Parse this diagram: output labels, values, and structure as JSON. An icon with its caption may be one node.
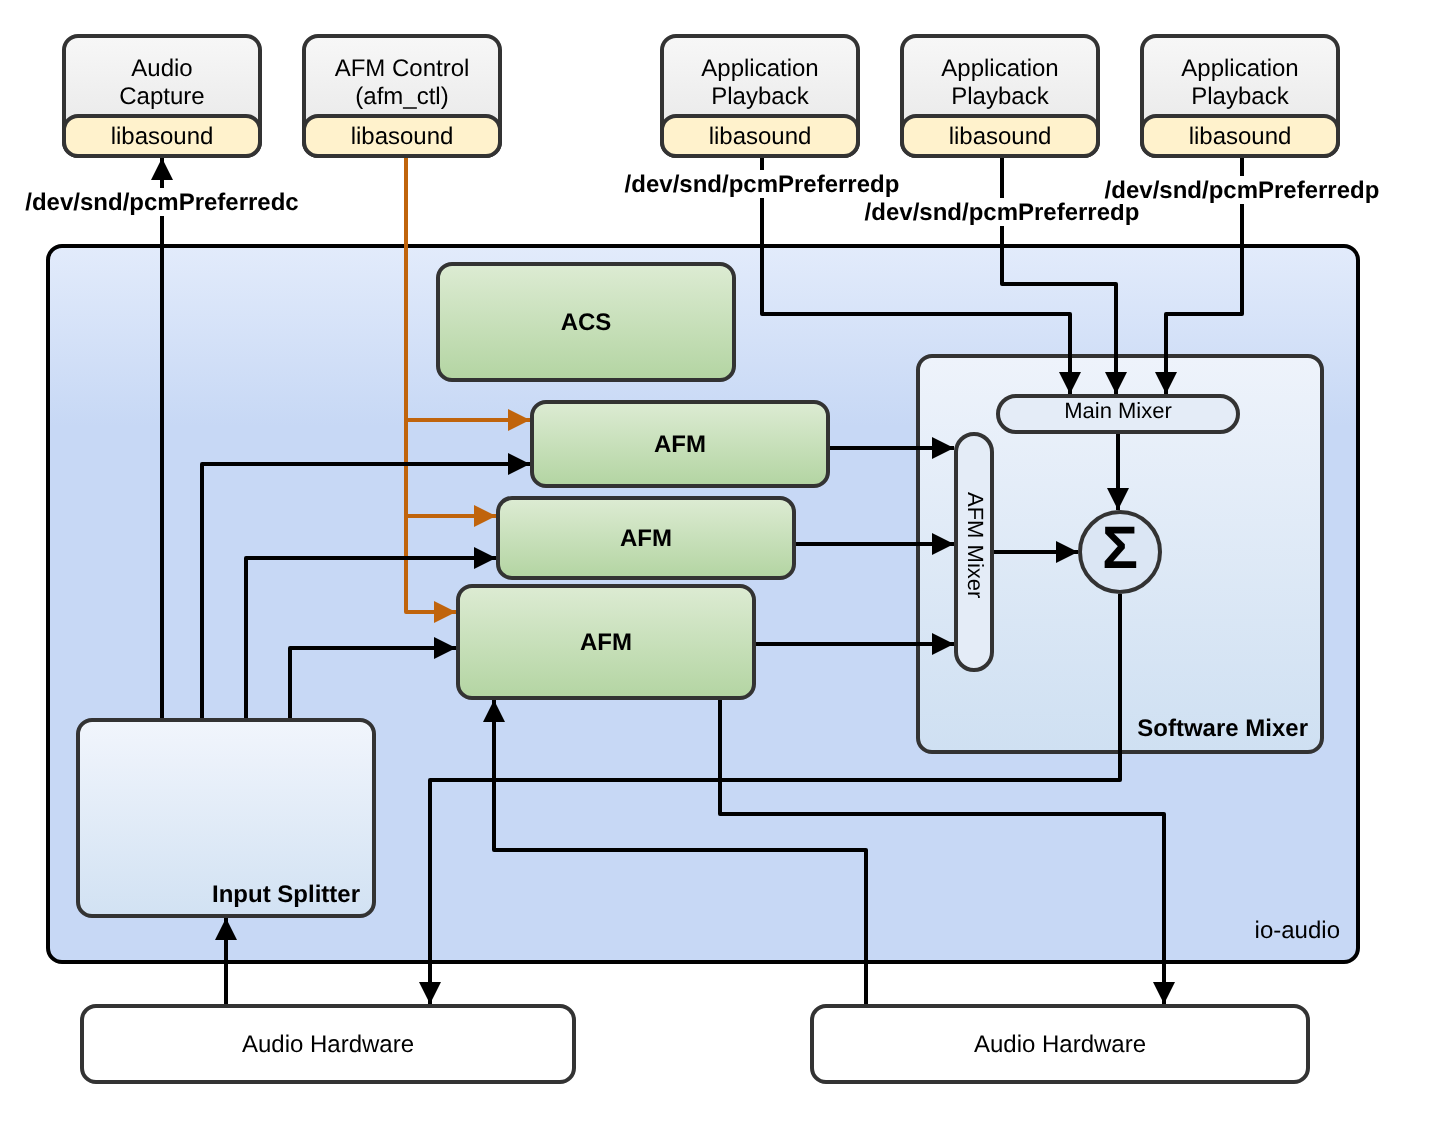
{
  "diagram": {
    "nodes": [
      {
        "text": [
          "Audio Capture"
        ]
      },
      {
        "text": [
          "libasound"
        ],
        "in": 0
      },
      {
        "text": [
          "AFM Control (afm_ctl)"
        ]
      },
      {
        "text": [
          "libasound"
        ],
        "in": 2
      },
      {
        "text": [
          "Application Playback"
        ]
      },
      {
        "text": [
          "libasound"
        ],
        "in": 4
      },
      {
        "text": [
          "Application Playback"
        ]
      },
      {
        "text": [
          "libasound"
        ],
        "in": 6
      },
      {
        "text": [
          "Application Playback"
        ]
      },
      {
        "text": [
          "libasound"
        ],
        "in": 8
      },
      {
        "text": [
          "io-audio"
        ]
      },
      {
        "text": [
          "ACS"
        ],
        "in": 10
      },
      {
        "text": [
          "AFM"
        ],
        "in": 10
      },
      {
        "text": [
          "AFM"
        ],
        "in": 10
      },
      {
        "text": [
          "AFM"
        ],
        "in": 10
      },
      {
        "text": [
          "Software Mixer"
        ],
        "in": 10
      },
      {
        "text": [
          "Main Mixer"
        ],
        "in": 15
      },
      {
        "text": [
          "AFM Mixer"
        ],
        "in": 15
      },
      {
        "text": [
          "Σ"
        ],
        "in": 15
      },
      {
        "text": [
          "Input Splitter"
        ],
        "in": 10
      },
      {
        "text": [
          "Audio Hardware"
        ]
      },
      {
        "text": [
          "Audio Hardware"
        ]
      }
    ],
    "edges": [
      {
        "from": 19,
        "to": 1,
        "arrow": "to",
        "label": "/dev/snd/pcmPreferredc"
      },
      {
        "from": 3,
        "to": 12,
        "arrow": "to",
        "color": "#c0640c"
      },
      {
        "from": 3,
        "to": 13,
        "arrow": "to",
        "color": "#c0640c"
      },
      {
        "from": 3,
        "to": 14,
        "arrow": "to",
        "color": "#c0640c"
      },
      {
        "from": 19,
        "to": 12,
        "arrow": "to"
      },
      {
        "from": 19,
        "to": 13,
        "arrow": "to"
      },
      {
        "from": 19,
        "to": 14,
        "arrow": "to"
      },
      {
        "from": 5,
        "to": 16,
        "arrow": "to",
        "label": "/dev/snd/pcmPreferredp"
      },
      {
        "from": 7,
        "to": 16,
        "arrow": "to",
        "label": "/dev/snd/pcmPreferredp"
      },
      {
        "from": 9,
        "to": 16,
        "arrow": "to",
        "label": "/dev/snd/pcmPreferredp"
      },
      {
        "from": 12,
        "to": 17,
        "arrow": "to"
      },
      {
        "from": 13,
        "to": 17,
        "arrow": "to"
      },
      {
        "from": 14,
        "to": 17,
        "arrow": "to"
      },
      {
        "from": 17,
        "to": 18,
        "arrow": "to"
      },
      {
        "from": 16,
        "to": 18,
        "arrow": "to"
      },
      {
        "from": 18,
        "to": 20,
        "arrow": "to"
      },
      {
        "from": 14,
        "to": 21,
        "arrow": "to"
      },
      {
        "from": 21,
        "to": 14,
        "arrow": "to"
      },
      {
        "from": 20,
        "to": 19,
        "arrow": "to"
      }
    ]
  }
}
